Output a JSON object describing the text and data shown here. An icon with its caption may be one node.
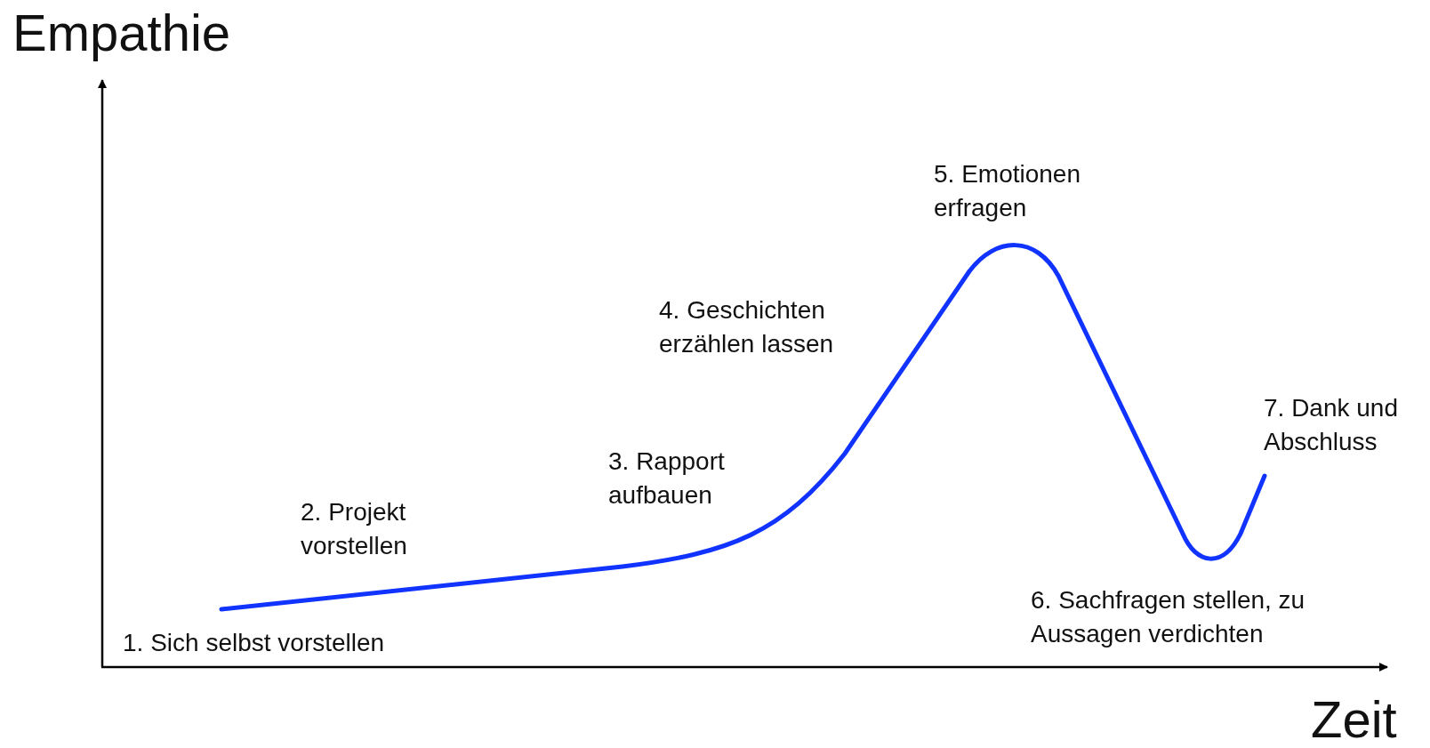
{
  "diagram": {
    "labels": [
      "Empathie",
      "1. Sich selbst vorstellen",
      "2. Projekt vorstellen",
      "3. Rapport aufbauen",
      "4. Geschichten erzählen lassen",
      "5. Emotionen erfragen",
      "6. Sachfragen stellen, zu Aussagen verdichten",
      "7. Dank und Abschluss",
      "Zeit"
    ]
  }
}
